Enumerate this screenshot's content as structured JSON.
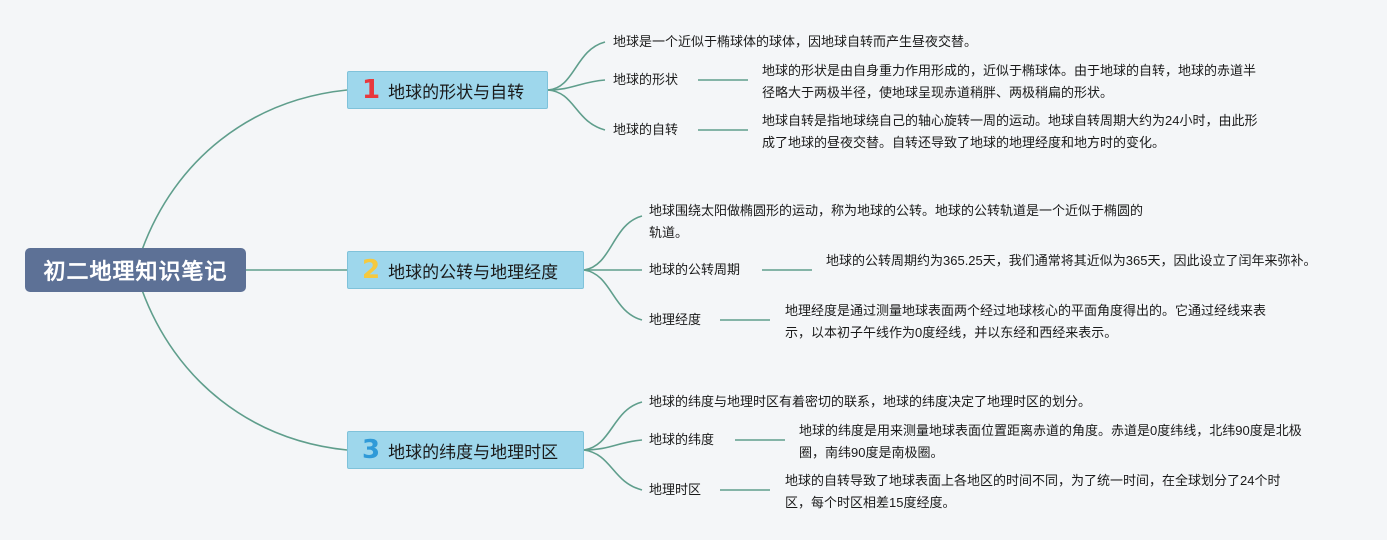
{
  "root": {
    "title": "初二地理知识笔记"
  },
  "colors": {
    "root_bg": "#5d7196",
    "branch_bg": "#9ed7ec",
    "link": "#5f9e8c",
    "num1": "#e8383d",
    "num2": "#f5c93f",
    "num3": "#2f9ad8"
  },
  "branches": [
    {
      "number": "1",
      "title": "地球的形状与自转",
      "intro": "地球是一个近似于椭球体的球体，因地球自转而产生昼夜交替。",
      "items": [
        {
          "label": "地球的形状",
          "desc": "地球的形状是由自身重力作用形成的，近似于椭球体。由于地球的自转，地球的赤道半径略大于两极半径，使地球呈现赤道稍胖、两极稍扁的形状。"
        },
        {
          "label": "地球的自转",
          "desc": "地球自转是指地球绕自己的轴心旋转一周的运动。地球自转周期大约为24小时，由此形成了地球的昼夜交替。自转还导致了地球的地理经度和地方时的变化。"
        }
      ]
    },
    {
      "number": "2",
      "title": "地球的公转与地理经度",
      "intro": "地球围绕太阳做椭圆形的运动，称为地球的公转。地球的公转轨道是一个近似于椭圆的轨道。",
      "items": [
        {
          "label": "地球的公转周期",
          "desc": "地球的公转周期约为365.25天，我们通常将其近似为365天，因此设立了闰年来弥补。"
        },
        {
          "label": "地理经度",
          "desc": "地理经度是通过测量地球表面两个经过地球核心的平面角度得出的。它通过经线来表示，以本初子午线作为0度经线，并以东经和西经来表示。"
        }
      ]
    },
    {
      "number": "3",
      "title": "地球的纬度与地理时区",
      "intro": "地球的纬度与地理时区有着密切的联系，地球的纬度决定了地理时区的划分。",
      "items": [
        {
          "label": "地球的纬度",
          "desc": "地球的纬度是用来测量地球表面位置距离赤道的角度。赤道是0度纬线，北纬90度是北极圈，南纬90度是南极圈。"
        },
        {
          "label": "地理时区",
          "desc": "地球的自转导致了地球表面上各地区的时间不同，为了统一时间，在全球划分了24个时区，每个时区相差15度经度。"
        }
      ]
    }
  ]
}
